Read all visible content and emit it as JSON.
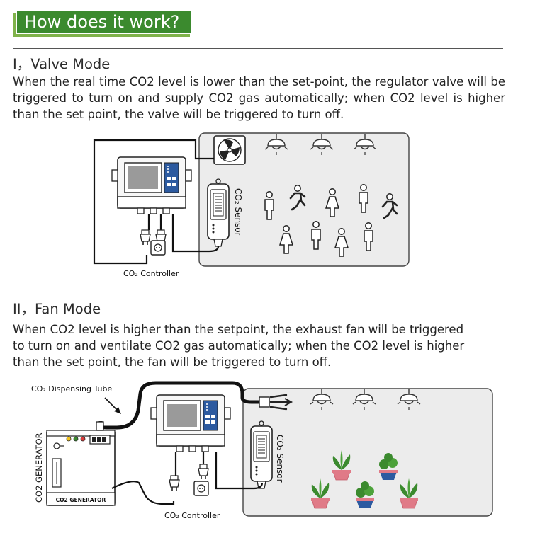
{
  "header": {
    "title": "How does it work?"
  },
  "valve_mode": {
    "heading": "I，Valve Mode",
    "body": "When the real time CO2 level is lower than the set-point, the regulator valve will be triggered to turn on and supply CO2 gas automatically; when CO2 level is higher than the set point, the valve will be triggered to turn off.",
    "controller_label": "CO₂ Controller",
    "sensor_label": "CO₂ Sensor"
  },
  "fan_mode": {
    "heading": "II，Fan Mode",
    "body": "When CO2 level is higher than the setpoint, the exhaust fan will be triggered to turn on and ventilate CO2 gas automatically; when the CO2 level is higher than the set point, the fan will be triggered to turn off.",
    "tube_label": "CO₂ Dispensing Tube",
    "generator_side_label": "CO2 GENERATOR",
    "generator_front_label": "CO2 GENERATOR",
    "controller_label": "CO₂ Controller",
    "sensor_label": "CO₂ Sensor"
  },
  "colors": {
    "banner": "#3b8a2e",
    "banner_shadow": "#7fb24a",
    "room": "#ececec",
    "controller_panel": "#2c5aa0",
    "pot": "#e07a87",
    "leaf": "#3b8a2e",
    "tube": "#111111"
  },
  "icons": [
    "fan-icon",
    "lamp-icon",
    "person-icon",
    "plant-pot-icon",
    "power-outlet-icon",
    "plug-icon",
    "exhaust-arrow-icon",
    "arrow-icon"
  ]
}
